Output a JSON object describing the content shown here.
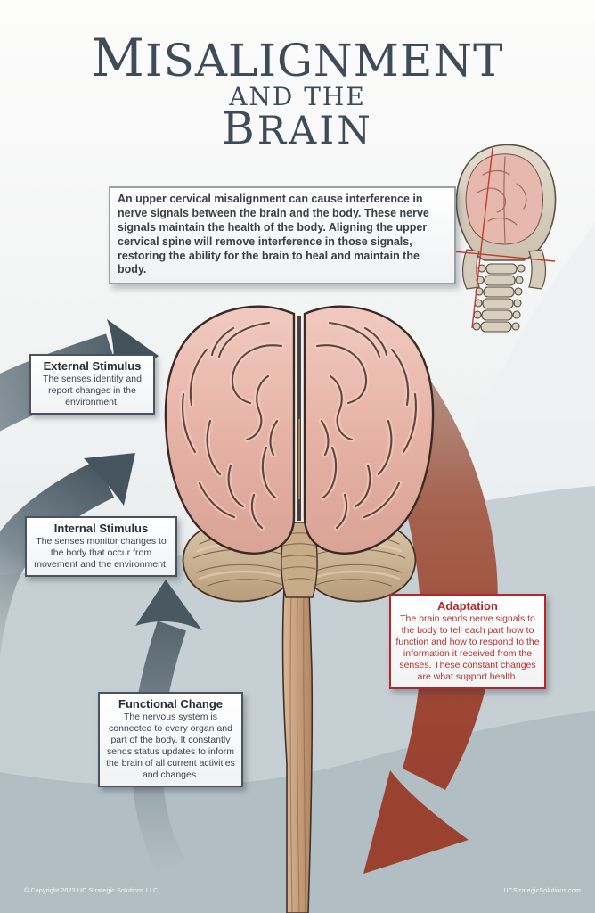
{
  "poster": {
    "title": {
      "line1": "MISALIGNMENT",
      "line2": "AND THE",
      "line3": "BRAIN"
    },
    "intro": {
      "text": "An upper cervical misalignment can cause interference in nerve signals between the brain and the body.  These nerve signals maintain the health of the body.  Aligning the upper cervical spine will remove interference in those signals, restoring the ability for the brain to heal and maintain the body."
    },
    "callouts": {
      "external": {
        "title": "External Stimulus",
        "body": "The senses identify and report changes in the environment."
      },
      "internal": {
        "title": "Internal Stimulus",
        "body": "The senses monitor changes to the body that occur from movement and the environment."
      },
      "functional": {
        "title": "Functional Change",
        "body": "The nervous system is connected to every organ and part of the body. It constantly sends status updates to inform the brain of all current activities and changes."
      },
      "adaptation": {
        "title": "Adaptation",
        "body": "The brain sends nerve signals to the body to tell each part how to function and how to respond to the information it received from the senses. These constant changes are what support health."
      }
    },
    "footer": {
      "copyright": "© Copyright 2023 UC Strategic Solutions LLC",
      "website": "UCStrategicSolutions.com"
    },
    "colors": {
      "title_text": "#3e4c59",
      "callout_border": "#49535c",
      "adaptation_accent": "#b2282c",
      "arrow_gray": "#46545f",
      "arrow_red": "#9a4130",
      "background_bottom": "#b1bfc5"
    },
    "icons": {
      "skull": "misaligned-skull-rear-view-illustration",
      "brain": "frontal-brain-with-spinal-cord-illustration"
    }
  }
}
